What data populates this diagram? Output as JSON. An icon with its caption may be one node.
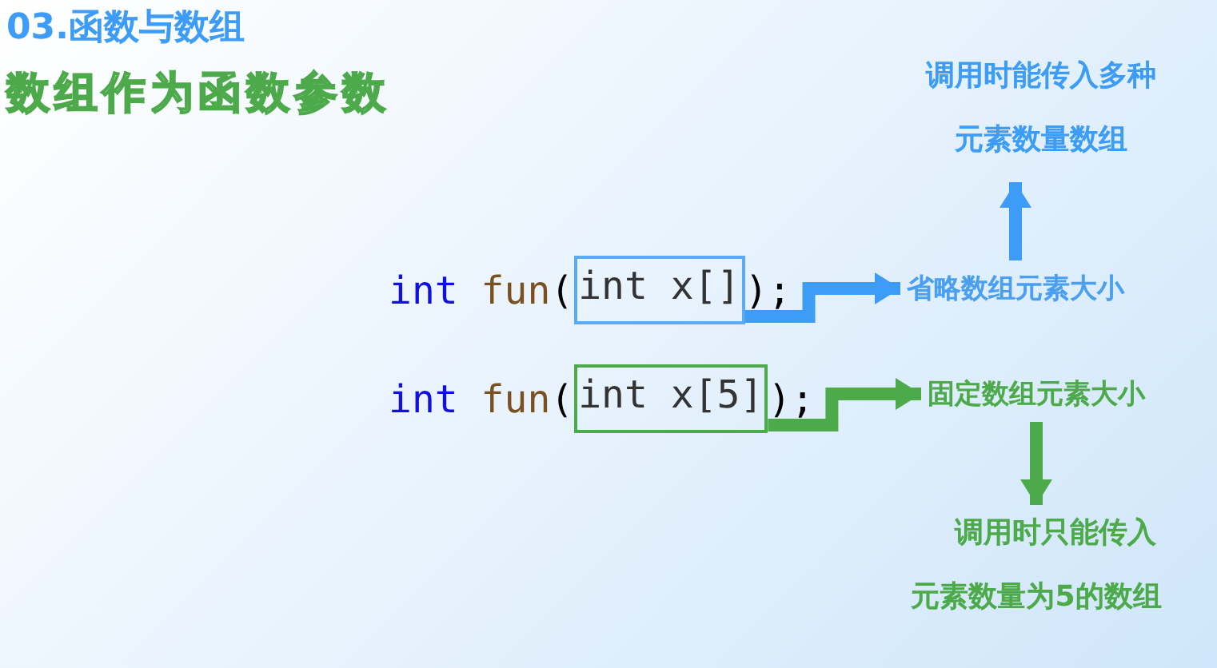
{
  "diagram": {
    "title": "03.函数与数组",
    "caption": "数组作为函数参数",
    "nodes": [
      {
        "text": [
          "int x[]"
        ]
      },
      {
        "text": [
          "省略数组元素大小"
        ]
      },
      {
        "text": [
          "调用时能传入多种元素数量数组"
        ]
      },
      {
        "text": [
          "int x[5]"
        ]
      },
      {
        "text": [
          "固定数组元素大小"
        ]
      },
      {
        "text": [
          "调用时只能传入元素数量为5的数组"
        ]
      }
    ],
    "edges": [
      {
        "from": 0,
        "to": 1,
        "arrow": "to",
        "color": "#3d9cf5"
      },
      {
        "from": 1,
        "to": 2,
        "arrow": "to",
        "color": "#3d9cf5"
      },
      {
        "from": 3,
        "to": 4,
        "arrow": "to",
        "color": "#4caa4a"
      },
      {
        "from": 4,
        "to": 5,
        "arrow": "to",
        "color": "#4caa4a"
      }
    ],
    "labels": [
      "int",
      "fun",
      "(",
      ");",
      "int",
      "fun",
      "(",
      ");"
    ]
  }
}
